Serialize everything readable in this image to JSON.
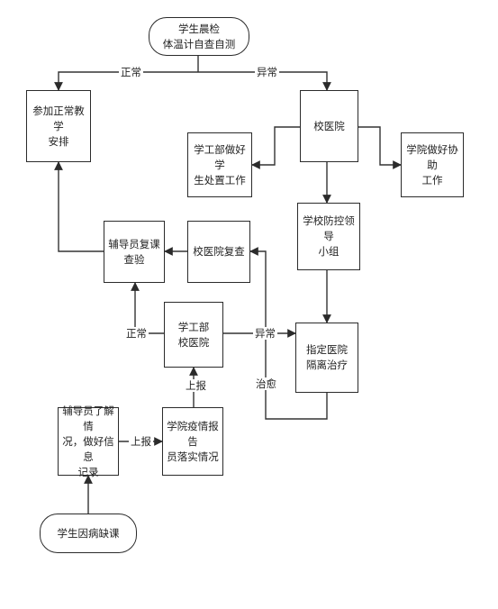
{
  "nodes": {
    "student_check": "学生晨检\n体温计自查自测",
    "normal_teaching": "参加正常教学\n安排",
    "school_hospital": "校医院",
    "student_affairs_handle": "学工部做好学\n生处置工作",
    "college_assist": "学院做好协助\n工作",
    "prevention_group": "学校防控领导\n小组",
    "hospital_recheck": "校医院复查",
    "counselor_recheck": "辅导员复课\n查验",
    "affairs_hospital": "学工部\n校医院",
    "designated_hospital": "指定医院\n隔离治疗",
    "counselor_record": "辅导员了解情\n况，做好信息\n记录",
    "college_reporter": "学院疫情报告\n员落实情况",
    "sick_leave": "学生因病缺课"
  },
  "labels": {
    "normal_top": "正常",
    "abnormal_top": "异常",
    "normal_mid": "正常",
    "abnormal_mid": "异常",
    "report_up": "上报",
    "report_right": "上报",
    "cured": "治愈"
  }
}
